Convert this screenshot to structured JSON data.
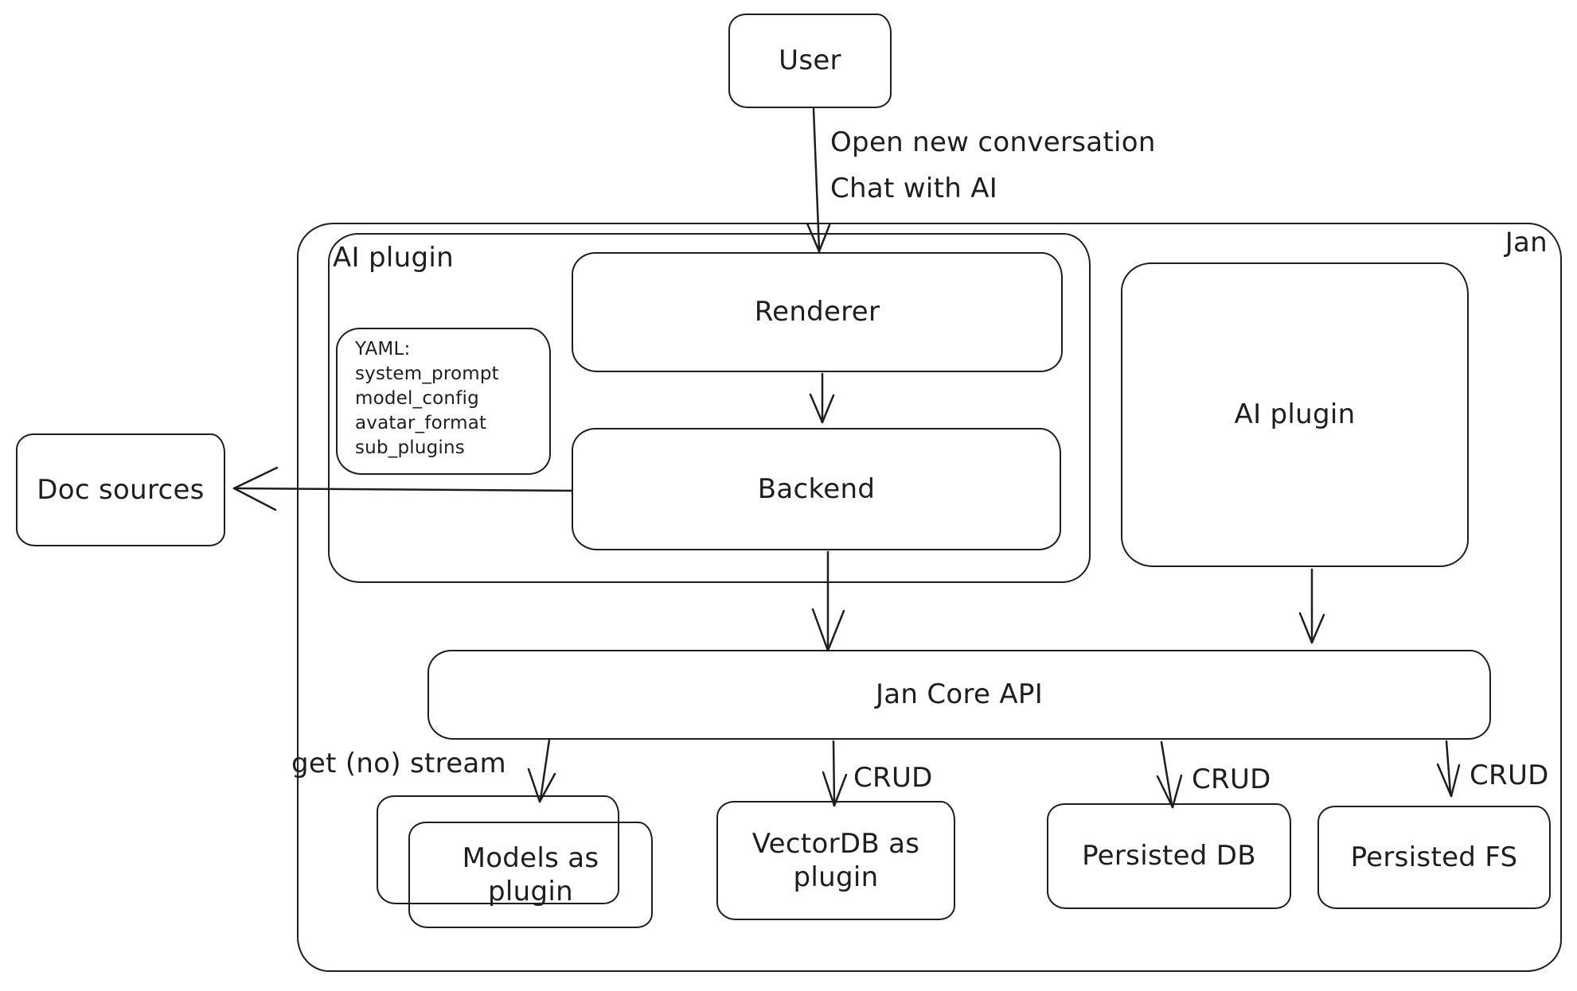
{
  "colors": {
    "stroke": "#1e1e1e",
    "background": "#ffffff"
  },
  "nodes": {
    "user": {
      "label": "User"
    },
    "jan": {
      "label": "Jan"
    },
    "ai_plugin_left": {
      "label": "AI plugin"
    },
    "renderer": {
      "label": "Renderer"
    },
    "backend": {
      "label": "Backend"
    },
    "yaml_note": {
      "lines": [
        "YAML:",
        "system_prompt",
        "model_config",
        "avatar_format",
        "sub_plugins"
      ]
    },
    "doc_sources": {
      "label": "Doc sources"
    },
    "ai_plugin_right": {
      "label": "AI plugin"
    },
    "jan_core_api": {
      "label": "Jan Core API"
    },
    "models_plugin": {
      "label": "Models as plugin"
    },
    "vectordb_plugin": {
      "label": "VectorDB as plugin"
    },
    "persisted_db": {
      "label": "Persisted DB"
    },
    "persisted_fs": {
      "label": "Persisted FS"
    }
  },
  "edge_labels": {
    "user_flow_line1": "Open new conversation",
    "user_flow_line2": "Chat with AI",
    "models_stream": "get (no) stream",
    "crud_vectordb": "CRUD",
    "crud_db": "CRUD",
    "crud_fs": "CRUD"
  }
}
